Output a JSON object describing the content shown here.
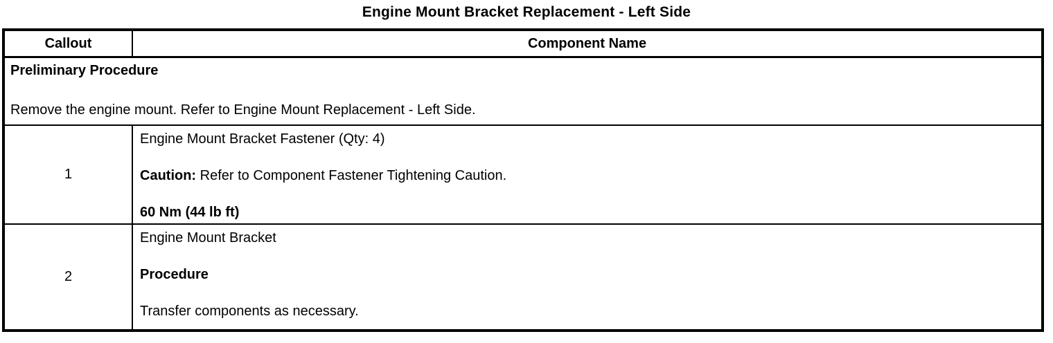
{
  "title": "Engine Mount Bracket Replacement - Left Side",
  "table": {
    "headers": {
      "callout": "Callout",
      "component": "Component Name"
    },
    "rows": [
      {
        "type": "span",
        "paragraphs": [
          {
            "segments": [
              {
                "text": "Preliminary Procedure",
                "bold": true
              }
            ]
          },
          {
            "segments": [
              {
                "text": "Remove the engine mount. Refer to Engine Mount Replacement - Left Side.",
                "bold": false
              }
            ]
          }
        ]
      },
      {
        "type": "callout",
        "callout": "1",
        "paragraphs": [
          {
            "segments": [
              {
                "text": "Engine Mount Bracket Fastener (Qty: 4)",
                "bold": false
              }
            ]
          },
          {
            "segments": [
              {
                "text": "Caution:",
                "bold": true
              },
              {
                "text": " Refer to Component Fastener Tightening Caution.",
                "bold": false
              }
            ]
          },
          {
            "segments": [
              {
                "text": "60 Nm (44 lb ft)",
                "bold": true
              }
            ]
          }
        ]
      },
      {
        "type": "callout",
        "callout": "2",
        "paragraphs": [
          {
            "segments": [
              {
                "text": "Engine Mount Bracket",
                "bold": false
              }
            ]
          },
          {
            "segments": [
              {
                "text": "Procedure",
                "bold": true
              }
            ]
          },
          {
            "segments": [
              {
                "text": "Transfer components as necessary.",
                "bold": false
              }
            ]
          }
        ]
      }
    ]
  }
}
